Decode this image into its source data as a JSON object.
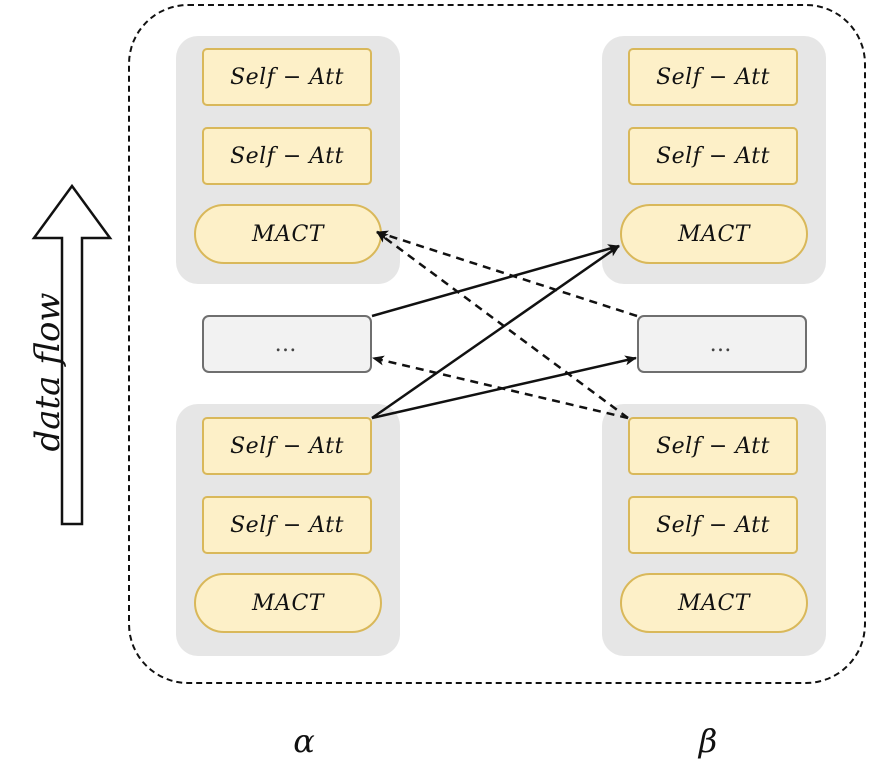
{
  "flow_label": "data flow",
  "columns": [
    {
      "label": "α",
      "top_group": [
        "Self − Att",
        "Self − Att",
        "MACT"
      ],
      "middle": "…",
      "bottom_group": [
        "Self − Att",
        "Self − Att",
        "MACT"
      ]
    },
    {
      "label": "β",
      "top_group": [
        "Self − Att",
        "Self − Att",
        "MACT"
      ],
      "middle": "…",
      "bottom_group": [
        "Self − Att",
        "Self − Att",
        "MACT"
      ]
    }
  ],
  "colors": {
    "block_fill": "#fdf0c8",
    "block_border": "#d9b85a",
    "group_fill": "#e6e6e6",
    "middle_fill": "#f2f2f2",
    "middle_border": "#6f6f6f"
  }
}
